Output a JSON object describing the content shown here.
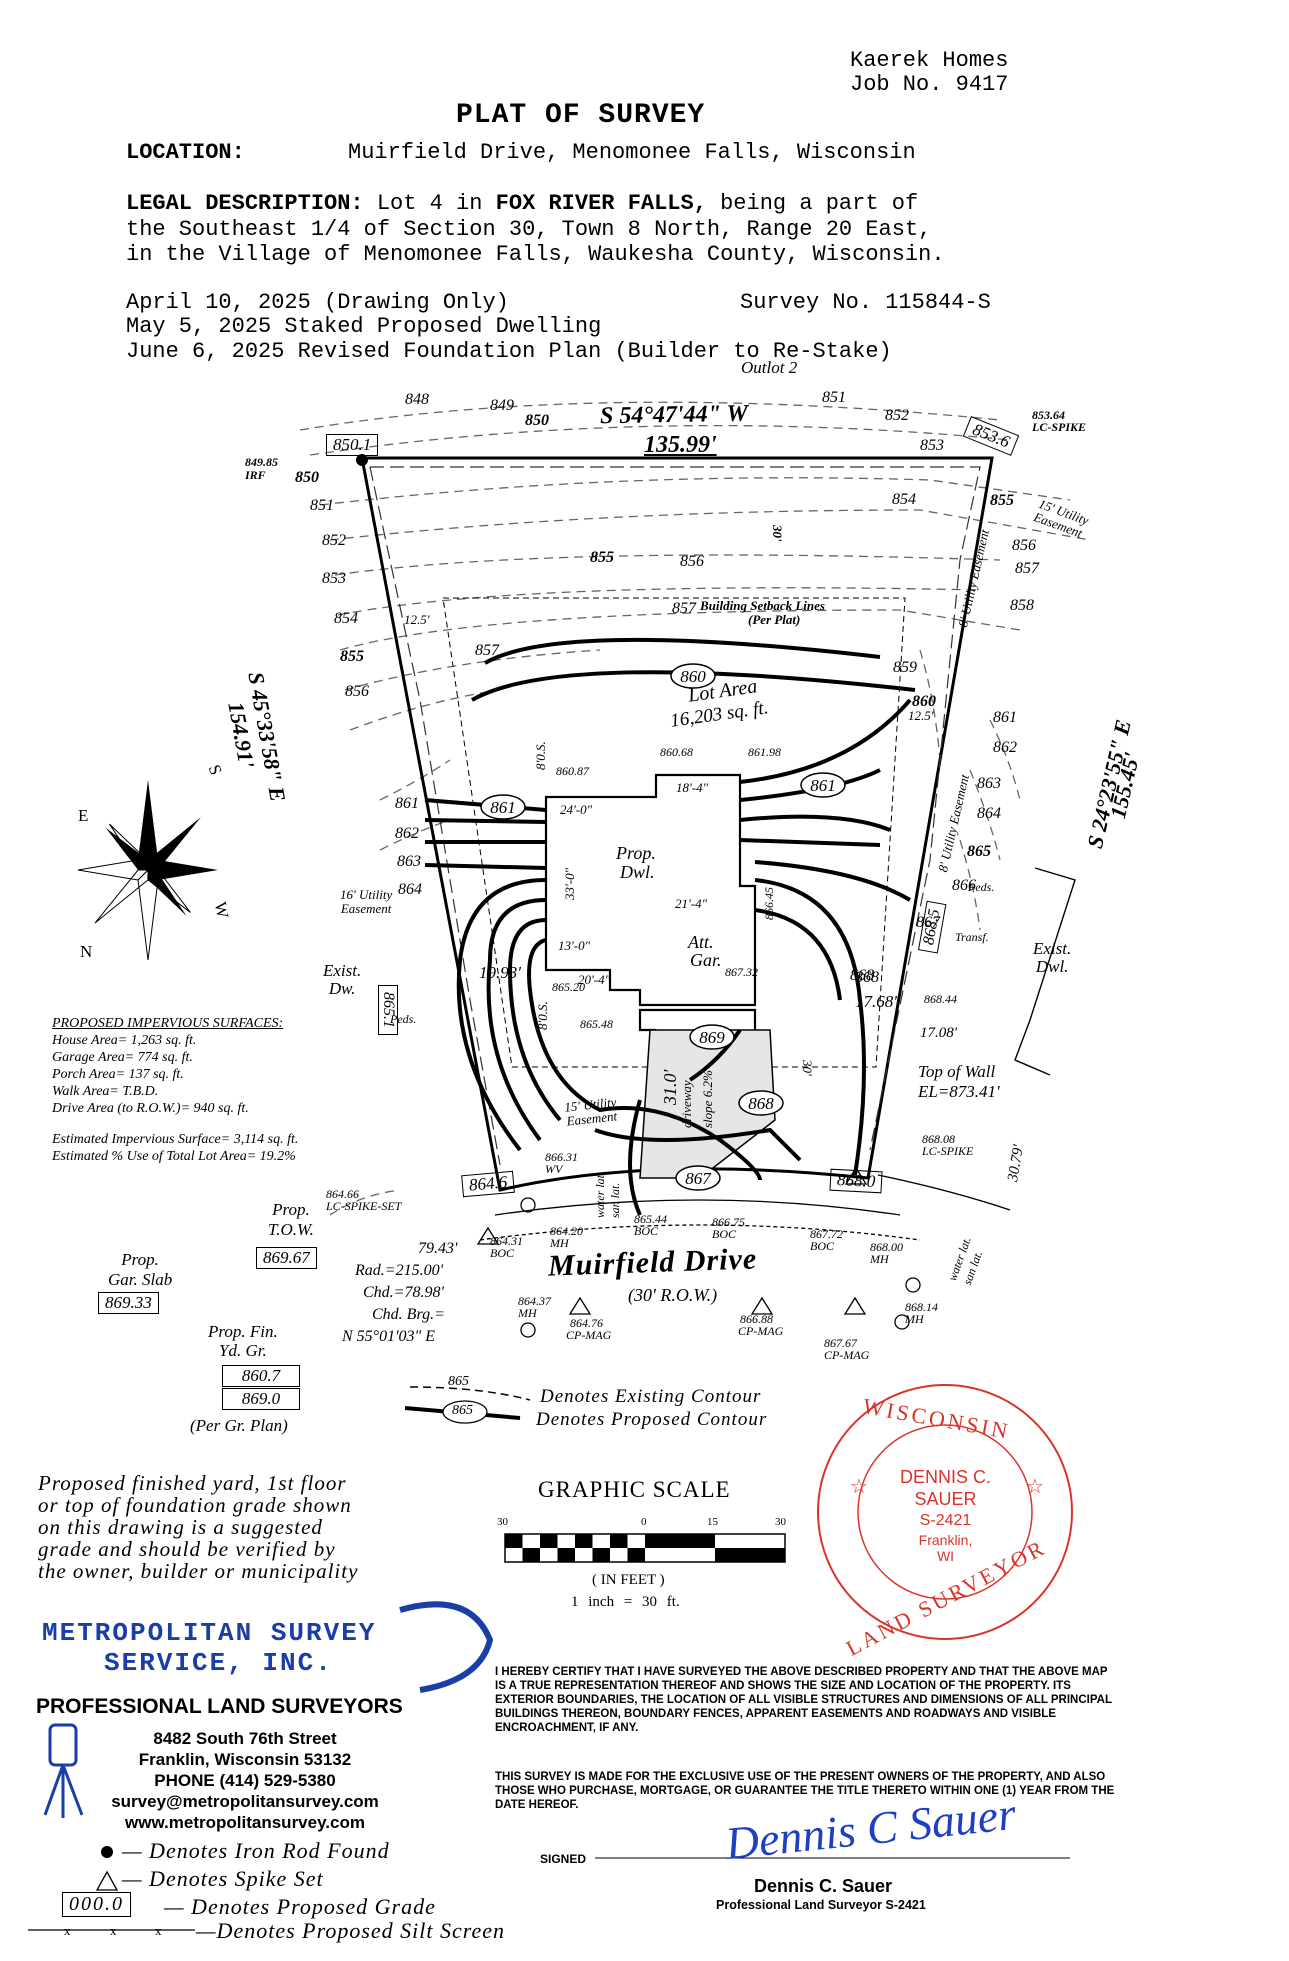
{
  "header": {
    "builder": "Kaerek Homes",
    "job_no": "Job No. 9417",
    "title": "PLAT OF SURVEY",
    "location_label": "LOCATION:",
    "location_value": "Muirfield Drive, Menomonee Falls, Wisconsin",
    "legal_label": "LEGAL DESCRIPTION:",
    "legal_line1_pre": "Lot 4 in",
    "legal_line1_bold": "FOX RIVER FALLS,",
    "legal_line1_post": "being a part of",
    "legal_line2": "the Southeast 1/4 of Section 30, Town 8 North, Range 20 East,",
    "legal_line3": "in the Village of Menomonee Falls, Waukesha County, Wisconsin.",
    "date1": "April 10, 2025 (Drawing Only)",
    "survey_no": "Survey No. 115844-S",
    "date2": "May 5, 2025 Staked Proposed Dwelling",
    "date3": "June 6, 2025 Revised Foundation Plan (Builder to Re-Stake)"
  },
  "plat": {
    "outlot": "Outlot 2",
    "north_bearing": "S 54°47'44\" W",
    "north_distance": "135.99'",
    "west_bearing": "S 45°33'58\" E",
    "west_distance": "154.91'",
    "east_bearing": "S 24°23'55\" E",
    "east_distance": "155.45'",
    "corner_nw_box": "850.1",
    "corner_nw_elev": "849.85",
    "corner_nw_type": "IRF",
    "corner_ne_box": "853.6",
    "corner_ne_elev": "853.64",
    "corner_ne_type": "LC-SPIKE",
    "corner_sw_box": "864.6",
    "corner_se_box": "868.0",
    "setback_label": "Building Setback Lines",
    "setback_sub": "(Per Plat)",
    "setback_rear": "30'",
    "setback_side_w": "12.5'",
    "setback_side_e": "12.5'",
    "setback_front": "30'",
    "lot_area_label": "Lot Area",
    "lot_area_value": "16,203 sq. ft.",
    "dwelling_label": "Prop.",
    "dwelling_label2": "Dwl.",
    "garage_label": "Att.",
    "garage_label2": "Gar.",
    "utility_w": "16' Utility",
    "utility_w2": "Easement",
    "utility_ne": "15' Utility",
    "utility_ne2": "Easement",
    "utility_e": "8' Utility Easement",
    "utility_e2": "8' Utility Easement",
    "utility_s": "15' Utility",
    "utility_s2": "Easement",
    "exist_dw": "Exist.",
    "exist_dw2": "Dw.",
    "exist_dwl": "Exist.",
    "exist_dwl2": "Dwl.",
    "peds": "Peds.",
    "peds2": "Peds.",
    "transf": "Transf.",
    "top_wall": "Top of Wall",
    "top_wall_el": "EL=873.41'",
    "street_name": "Muirfield Drive",
    "row": "(30' R.O.W.)",
    "driveway": "driveway",
    "slope": "slope 6.2%",
    "water": "water lat.",
    "san": "san lat.",
    "water2": "water lat.",
    "san2": "san lat.",
    "curve_arc": "79.43'",
    "curve_rad": "Rad.=215.00'",
    "curve_chd": "Chd.=78.98'",
    "curve_brg": "Chd. Brg.=",
    "curve_brg2": "N 55°01'03\" E",
    "dim_24": "24'-0\"",
    "dim_18": "18'-4\"",
    "dim_21": "21'-4\"",
    "dim_13": "13'-0\"",
    "dim_20": "20'-4\"",
    "dim_33": "33'-0\"",
    "dim_31": "31.0'",
    "dim_19": "19.93'",
    "dim_17": "17.68'",
    "dim_17b": "17.08'",
    "dim_30": "30.79'",
    "dim_80s": "8'0.S.",
    "dim_8os": "8'0.S.",
    "el_860_87": "860.87",
    "el_860_68": "860.68",
    "el_861_98": "861.98",
    "el_865_20": "865.20",
    "el_865_48": "865.48",
    "el_866_45": "866.45",
    "el_867_32": "867.32",
    "el_868_44": "868.44",
    "el_868_08": "868.08",
    "el_868_08_type": "LC-SPIKE",
    "el_864_66": "864.66",
    "el_864_66_type": "LC-SPIKE-SET",
    "el_864_31": "864.31",
    "el_864_31_type": "BOC",
    "el_864_20": "864.20",
    "el_864_20_type": "MH",
    "el_865_44": "865.44",
    "el_865_44_type": "BOC",
    "el_866_75": "866.75",
    "el_866_75_type": "BOC",
    "el_867_72": "867.72",
    "el_867_72_type": "BOC",
    "el_868_00": "868.00",
    "el_868_00_type": "MH",
    "el_864_37": "864.37",
    "el_864_37_type": "MH",
    "el_864_76": "864.76",
    "el_864_76_type": "CP-MAG",
    "el_866_88": "866.88",
    "el_866_88_type": "CP-MAG",
    "el_867_67": "867.67",
    "el_867_67_type": "CP-MAG",
    "el_868_14": "868.14",
    "el_868_14_type": "MH",
    "el_866_31": "866.31",
    "el_865_wv": "WV",
    "box_868": "868.5",
    "box_865": "865.1",
    "compass_n": "N",
    "compass_s": "S",
    "compass_e": "E",
    "compass_w": "W"
  },
  "grades": {
    "tow_label": "Prop.",
    "tow_label2": "T.O.W.",
    "tow_value": "869.67",
    "slab_label": "Prop.",
    "slab_label2": "Gar. Slab",
    "slab_value": "869.33",
    "fin_label": "Prop. Fin.",
    "fin_label2": "Yd. Gr.",
    "fin_value1": "860.7",
    "fin_value2": "869.0",
    "fin_note": "(Per Gr. Plan)"
  },
  "impervious": {
    "title": "PROPOSED IMPERVIOUS SURFACES:",
    "house": "House Area= 1,263 sq. ft.",
    "garage": "Garage Area= 774 sq. ft.",
    "porch": "Porch Area= 137 sq. ft.",
    "walk": "Walk Area= T.B.D.",
    "drive": "Drive Area (to R.O.W.)= 940 sq. ft.",
    "est_total": "Estimated Impervious Surface= 3,114 sq. ft.",
    "est_pct": "Estimated % Use of Total Lot Area= 19.2%"
  },
  "contour_legend": {
    "existing_sample": "865",
    "proposed_sample": "865",
    "existing": "Denotes Existing Contour",
    "proposed": "Denotes Proposed Contour"
  },
  "note": {
    "line1": "Proposed finished yard, 1st floor",
    "line2": "or top of foundation grade shown",
    "line3": "on this drawing is a suggested",
    "line4": "grade and should be verified by",
    "line5": "the owner, builder or municipality"
  },
  "scale": {
    "title": "GRAPHIC SCALE",
    "t1": "30",
    "t2": "0",
    "t3": "15",
    "t4": "30",
    "unit": "( IN FEET )",
    "ratio": "1 inch = 30 ft."
  },
  "seal": {
    "top": "WISCONSIN",
    "bottom": "LAND SURVEYOR",
    "name1": "DENNIS C.",
    "name2": "SAUER",
    "number": "S-2421",
    "city1": "Franklin,",
    "city2": "WI",
    "color": "#d9342b"
  },
  "company": {
    "name1": "METROPOLITAN SURVEY",
    "name2": "SERVICE, INC.",
    "tagline": "PROFESSIONAL LAND SURVEYORS",
    "street": "8482 South 76th Street",
    "city": "Franklin, Wisconsin 53132",
    "phone": "PHONE (414) 529-5380",
    "email": "survey@metropolitansurvey.com",
    "web": "www.metropolitansurvey.com",
    "brand_color": "#1a3ea8"
  },
  "certification": {
    "para1": "I HEREBY CERTIFY THAT I HAVE SURVEYED THE ABOVE DESCRIBED PROPERTY AND THAT THE ABOVE MAP IS A TRUE REPRESENTATION THEREOF AND SHOWS THE SIZE AND LOCATION OF THE PROPERTY. ITS EXTERIOR BOUNDARIES, THE LOCATION OF ALL VISIBLE STRUCTURES AND DIMENSIONS OF ALL PRINCIPAL BUILDINGS THEREON, BOUNDARY FENCES, APPARENT EASEMENTS AND ROADWAYS AND VISIBLE ENCROACHMENT, IF ANY.",
    "para2": "THIS SURVEY IS MADE FOR THE EXCLUSIVE USE OF THE PRESENT OWNERS OF THE PROPERTY, AND ALSO THOSE WHO PURCHASE, MORTGAGE, OR GUARANTEE THE TITLE THERETO WITHIN ONE (1) YEAR FROM THE DATE HEREOF.",
    "signed": "SIGNED",
    "signature": "Dennis C Sauer",
    "signer": "Dennis C. Sauer",
    "signer_title": "Professional Land Surveyor S-2421"
  },
  "legend": {
    "iron_rod": "— Denotes Iron Rod Found",
    "spike": "— Denotes Spike Set",
    "grade_box": "000.0",
    "grade": "— Denotes Proposed Grade",
    "silt": "—Denotes Proposed Silt Screen"
  }
}
